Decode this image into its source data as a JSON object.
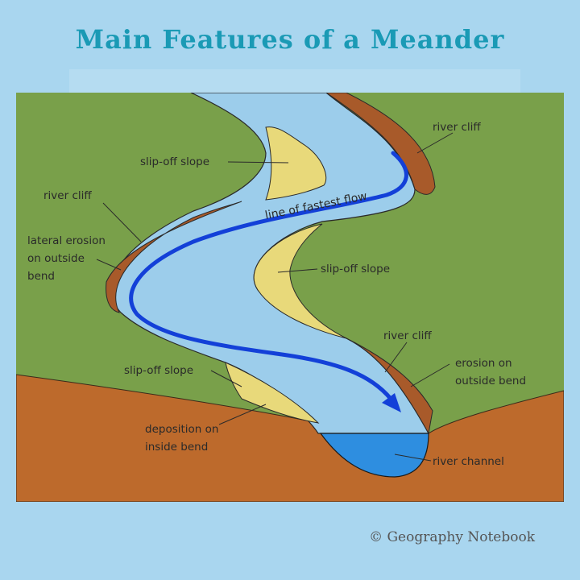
{
  "title": "Main Features of a Meander",
  "labels": {
    "river_cliff_top": "river cliff",
    "slip_off_top": "slip-off slope",
    "river_cliff_left": "river cliff",
    "line_of_fastest_flow": "line of fastest flow",
    "lateral_erosion_1": "lateral erosion",
    "lateral_erosion_2": "on outside",
    "lateral_erosion_3": "bend",
    "slip_off_middle": "slip-off slope",
    "river_cliff_right": "river cliff",
    "erosion_outside_1": "erosion on",
    "erosion_outside_2": "outside bend",
    "slip_off_bottom": "slip-off slope",
    "deposition_1": "deposition on",
    "deposition_2": "inside bend",
    "river_channel": "river channel"
  },
  "copyright": "© Geography Notebook",
  "colors": {
    "background": "#a9d6ef",
    "title": "#1a9ab5",
    "land": "#79a04a",
    "soil": "#bd6a2c",
    "water": "#9ccdeb",
    "slip_off": "#e8d97a",
    "cliff": "#a85a2a",
    "flow_arrow": "#1340d8",
    "channel": "#2e8ee0"
  }
}
